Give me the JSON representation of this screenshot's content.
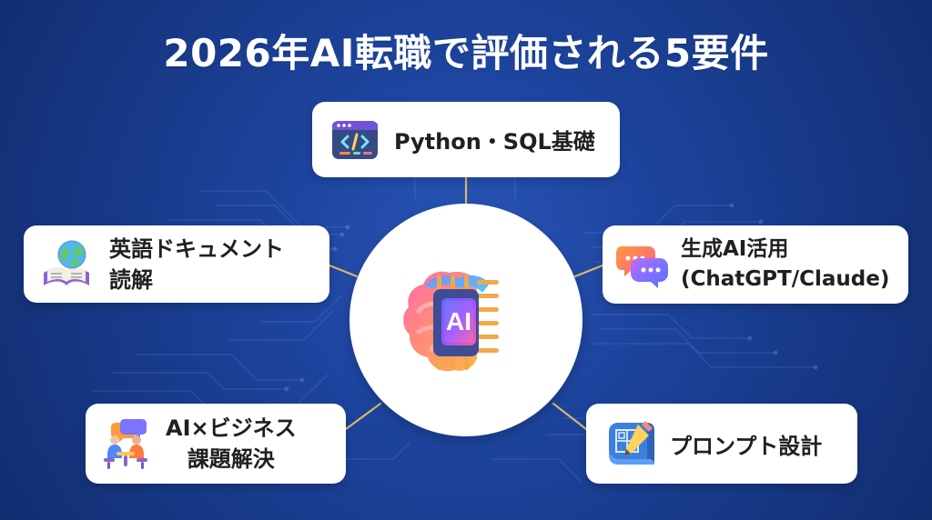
{
  "title": "2026年AI転職で評価される5要件",
  "center": {
    "icon": "brain-chip-ai-icon",
    "chip_text": "AI"
  },
  "requirements": [
    {
      "id": "python-sql",
      "icon": "code-window-icon",
      "label_lines": [
        "Python・SQL基礎"
      ]
    },
    {
      "id": "english-docs",
      "icon": "globe-book-icon",
      "label_lines": [
        "英語ドキュメント",
        "読解"
      ]
    },
    {
      "id": "genai",
      "icon": "chat-bubbles-icon",
      "label_lines": [
        "生成AI活用",
        "(ChatGPT/Claude)"
      ]
    },
    {
      "id": "ai-business",
      "icon": "meeting-people-icon",
      "label_lines": [
        "AI×ビジネス",
        "課題解決"
      ]
    },
    {
      "id": "prompt-design",
      "icon": "blueprint-pencil-icon",
      "label_lines": [
        "プロンプト設計"
      ]
    }
  ],
  "colors": {
    "background": "#16358a",
    "card": "#ffffff",
    "connector": "#d8b86a",
    "text": "#202020",
    "title": "#ffffff"
  }
}
